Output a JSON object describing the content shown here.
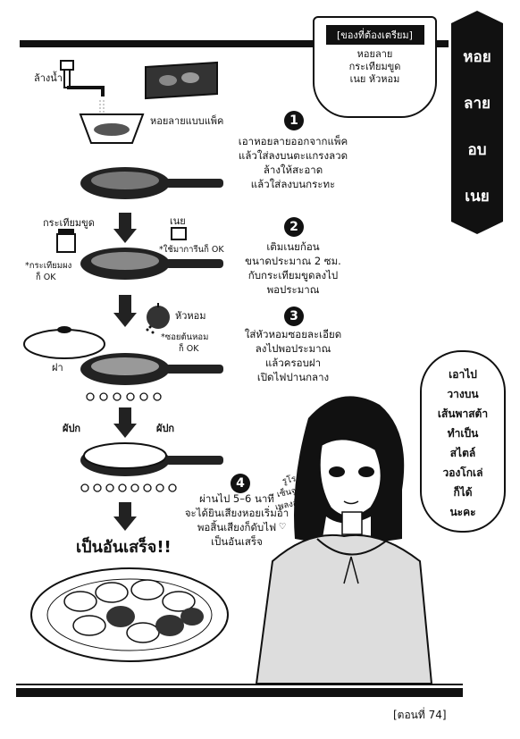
{
  "ingredients": {
    "header": "[ของที่ต้องเตรียม]",
    "items": [
      "หอยลาย",
      "กระเทียมขูด",
      "เนย หัวหอม"
    ]
  },
  "title_chars": [
    "หอย",
    "ลาย",
    "อบ",
    "เนย"
  ],
  "labels": {
    "wash": "ล้างน้ำ",
    "clam_pack": "หอยลายแบบแพ็ค",
    "garlic": "กระเทียมขูด",
    "butter": "เนย",
    "margarine_ok": "*ใช้มาการีนก็ OK",
    "garlic_powder_line1": "*กระเทียมผง",
    "garlic_powder_line2": "ก็ OK",
    "onion": "หัวหอม",
    "scallion_line1": "*ซอยต้นหอม",
    "scallion_line2": "ก็ OK",
    "lid": "ฝา",
    "pop1": "ผัปก",
    "pop2": "ผัปก",
    "done": "เป็นอันเสร็จ!!",
    "roro_line1": "รูโร",
    "roro_line2": "เซ็นจู",
    "roro_line3": "เพลงส์",
    "heart": "♡"
  },
  "steps": [
    {
      "num": "1",
      "lines": [
        "เอาหอยลายออกจากแพ็ค",
        "แล้วใส่ลงบนตะแกรงลวด",
        "ล้างให้สะอาด",
        "แล้วใส่ลงบนกระทะ"
      ]
    },
    {
      "num": "2",
      "lines": [
        "เติมเนยก้อน",
        "ขนาดประมาณ 2 ซม.",
        "กับกระเทียมขูดลงไป",
        "พอประมาณ"
      ]
    },
    {
      "num": "3",
      "lines": [
        "ใส่หัวหอมซอยละเอียด",
        "ลงไปพอประมาณ",
        "แล้วครอบฝา",
        "เปิดไฟปานกลาง"
      ]
    },
    {
      "num": "4",
      "lines": [
        "ผ่านไป 5–6 นาที",
        "จะได้ยินเสียงหอยเริ่มอ้า",
        "พอสิ้นเสียงก็ดับไฟ",
        "เป็นอันเสร็จ"
      ]
    }
  ],
  "speech": [
    "เอาไป",
    "วางบน",
    "เส้นพาสต้า",
    "ทำเป็น",
    "สไตล์",
    "วองโกเล่",
    "ก็ได้",
    "นะคะ"
  ],
  "footer": "[ตอนที่ 74]"
}
